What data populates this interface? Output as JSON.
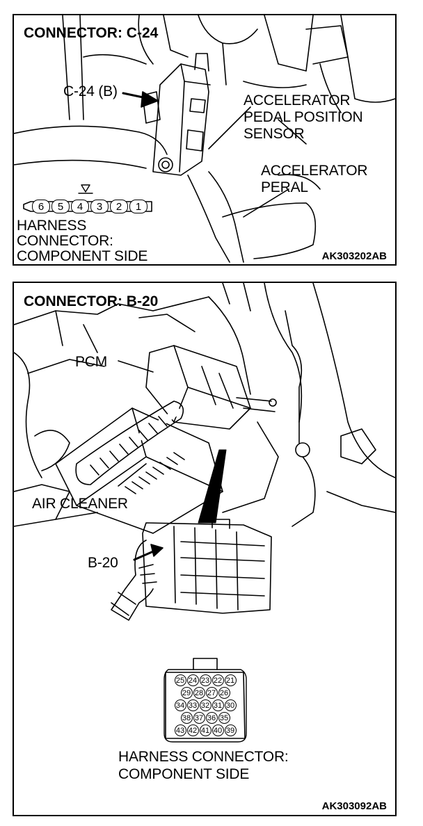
{
  "panel1": {
    "title": "CONNECTOR: C-24",
    "connector_callout": "C-24 (B)",
    "sensor_label": [
      "ACCELERATOR",
      "PEDAL POSITION",
      "SENSOR"
    ],
    "pedal_label": [
      "ACCELERATOR",
      "PERAL"
    ],
    "pins": [
      "6",
      "5",
      "4",
      "3",
      "2",
      "1"
    ],
    "harness_label": [
      "HARNESS",
      "CONNECTOR:",
      "COMPONENT SIDE"
    ],
    "figure_code": "AK303202AB"
  },
  "panel2": {
    "title": "CONNECTOR: B-20",
    "pcm_label": "PCM",
    "air_cleaner_label": "AIR CLEANER",
    "connector_callout": "B-20",
    "pin_rows": [
      [
        "25",
        "24",
        "23",
        "22",
        "21"
      ],
      [
        "29",
        "28",
        "27",
        "26"
      ],
      [
        "34",
        "33",
        "32",
        "31",
        "30"
      ],
      [
        "38",
        "37",
        "36",
        "35"
      ],
      [
        "43",
        "42",
        "41",
        "40",
        "39"
      ]
    ],
    "harness_label": [
      "HARNESS CONNECTOR:",
      "COMPONENT SIDE"
    ],
    "figure_code": "AK303092AB"
  }
}
